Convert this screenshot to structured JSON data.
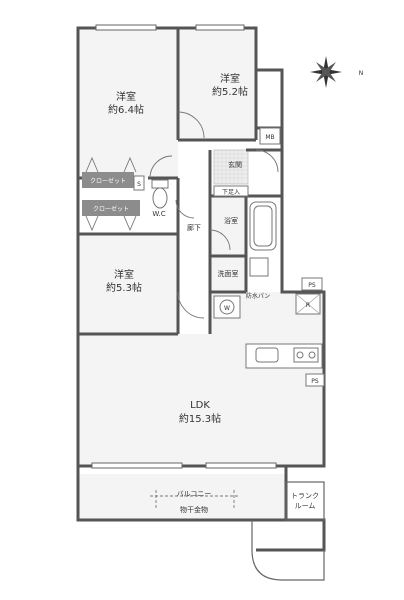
{
  "rooms": {
    "western_room_1": {
      "name": "洋室",
      "area": "約6.4帖"
    },
    "western_room_2": {
      "name": "洋室",
      "area": "約5.2帖"
    },
    "western_room_3": {
      "name": "洋室",
      "area": "約5.3帖"
    },
    "ldk": {
      "name": "LDK",
      "area": "約15.3帖"
    },
    "balcony": {
      "name": "バルコニー",
      "sub": "物干金物"
    },
    "trunk_room": {
      "line1": "トランク",
      "line2": "ルーム"
    },
    "bathroom": "浴室",
    "washroom": "洗面室",
    "entrance": "玄関",
    "toilet": "W.C",
    "hallway": "廊下",
    "shoe_box": "下足入",
    "washer": "W",
    "washing_pan": "防水パン",
    "closet_1": "クローゼット",
    "closet_2": "クローゼット",
    "storage": "S",
    "meter_box": "MB",
    "pipe_space_1": "PS",
    "pipe_space_2": "PS",
    "refrigerator": "R"
  },
  "compass": {
    "north_label": "N",
    "icon": "compass-icon"
  },
  "colors": {
    "wall": "#555555",
    "floor": "#f4f4f4",
    "closet": "#8c8c8c"
  }
}
